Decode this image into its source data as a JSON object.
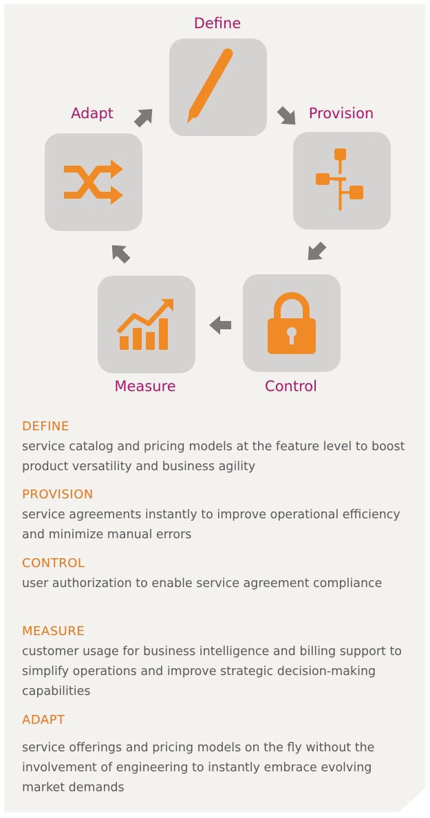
{
  "cycle": {
    "define_label": "Define",
    "provision_label": "Provision",
    "control_label": "Control",
    "measure_label": "Measure",
    "adapt_label": "Adapt"
  },
  "icons": {
    "define": "pencil-icon",
    "provision": "flowchart-icon",
    "control": "padlock-icon",
    "measure": "bar-chart-trend-icon",
    "adapt": "shuffle-icon"
  },
  "colors": {
    "step_label": "#b0146b",
    "heading": "#e8751a",
    "icon": "#f08a24",
    "box": "#d4d3d1",
    "arrow": "#7b7a78",
    "body_text": "#58585a",
    "panel": "#f4f2ee"
  },
  "descriptions": [
    {
      "heading": "DEFINE",
      "text": "service catalog and pricing models at the feature level to boost product versatility and business agility"
    },
    {
      "heading": "PROVISION",
      "text": "service agreements instantly to improve operational efficiency and minimize manual errors"
    },
    {
      "heading": "CONTROL",
      "text": "user authorization to enable service agreement compliance"
    },
    {
      "heading": "MEASURE",
      "text": "customer usage for business intelligence and billing support to simplify operations and improve strategic decision-making capabilities"
    },
    {
      "heading": "ADAPT",
      "text": "service offerings and pricing models on the fly without the involvement of engineering to instantly embrace evolving market demands"
    }
  ]
}
